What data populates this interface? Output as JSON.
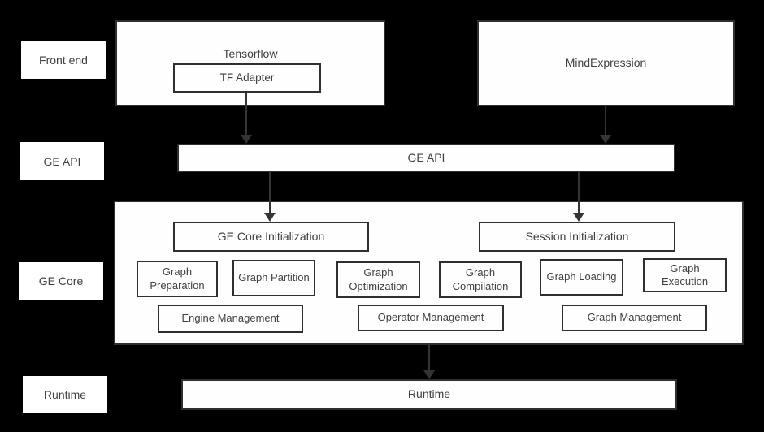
{
  "colors": {
    "background": "#000000",
    "box_fill": "#fefefe",
    "box_border": "#2e2f30",
    "text": "#3d3f40",
    "arrow": "#333435"
  },
  "side_labels": [
    {
      "id": "front-end",
      "label": "Front end"
    },
    {
      "id": "ge-api",
      "label": "GE API"
    },
    {
      "id": "ge-core",
      "label": "GE Core"
    },
    {
      "id": "runtime",
      "label": "Runtime"
    }
  ],
  "boxes": {
    "tensorflow": {
      "label": "Tensorflow"
    },
    "tf_adapter": {
      "label": "TF Adapter"
    },
    "mind_expression": {
      "label": "MindExpression"
    },
    "ge_api_bar": {
      "label": "GE API"
    },
    "ge_core": {
      "init": [
        {
          "label": "GE Core Initialization"
        },
        {
          "label": "Session Initialization"
        }
      ],
      "stages": [
        {
          "label": "Graph Preparation"
        },
        {
          "label": "Graph Partition"
        },
        {
          "label": "Graph Optimization"
        },
        {
          "label": "Graph Compilation"
        },
        {
          "label": "Graph Loading"
        },
        {
          "label": "Graph Execution"
        }
      ],
      "management": [
        {
          "label": "Engine Management"
        },
        {
          "label": "Operator Management"
        },
        {
          "label": "Graph Management"
        }
      ]
    },
    "runtime_bar": {
      "label": "Runtime"
    }
  }
}
